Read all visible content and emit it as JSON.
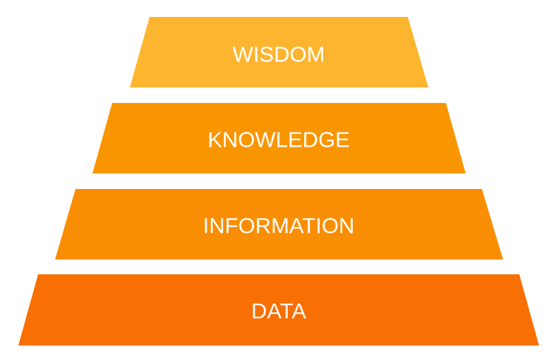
{
  "pyramid": {
    "tiers": [
      {
        "label": "WISDOM",
        "color": "#FDB52F"
      },
      {
        "label": "KNOWLEDGE",
        "color": "#FA9502"
      },
      {
        "label": "INFORMATION",
        "color": "#F98E04"
      },
      {
        "label": "DATA",
        "color": "#F86F03"
      }
    ]
  }
}
